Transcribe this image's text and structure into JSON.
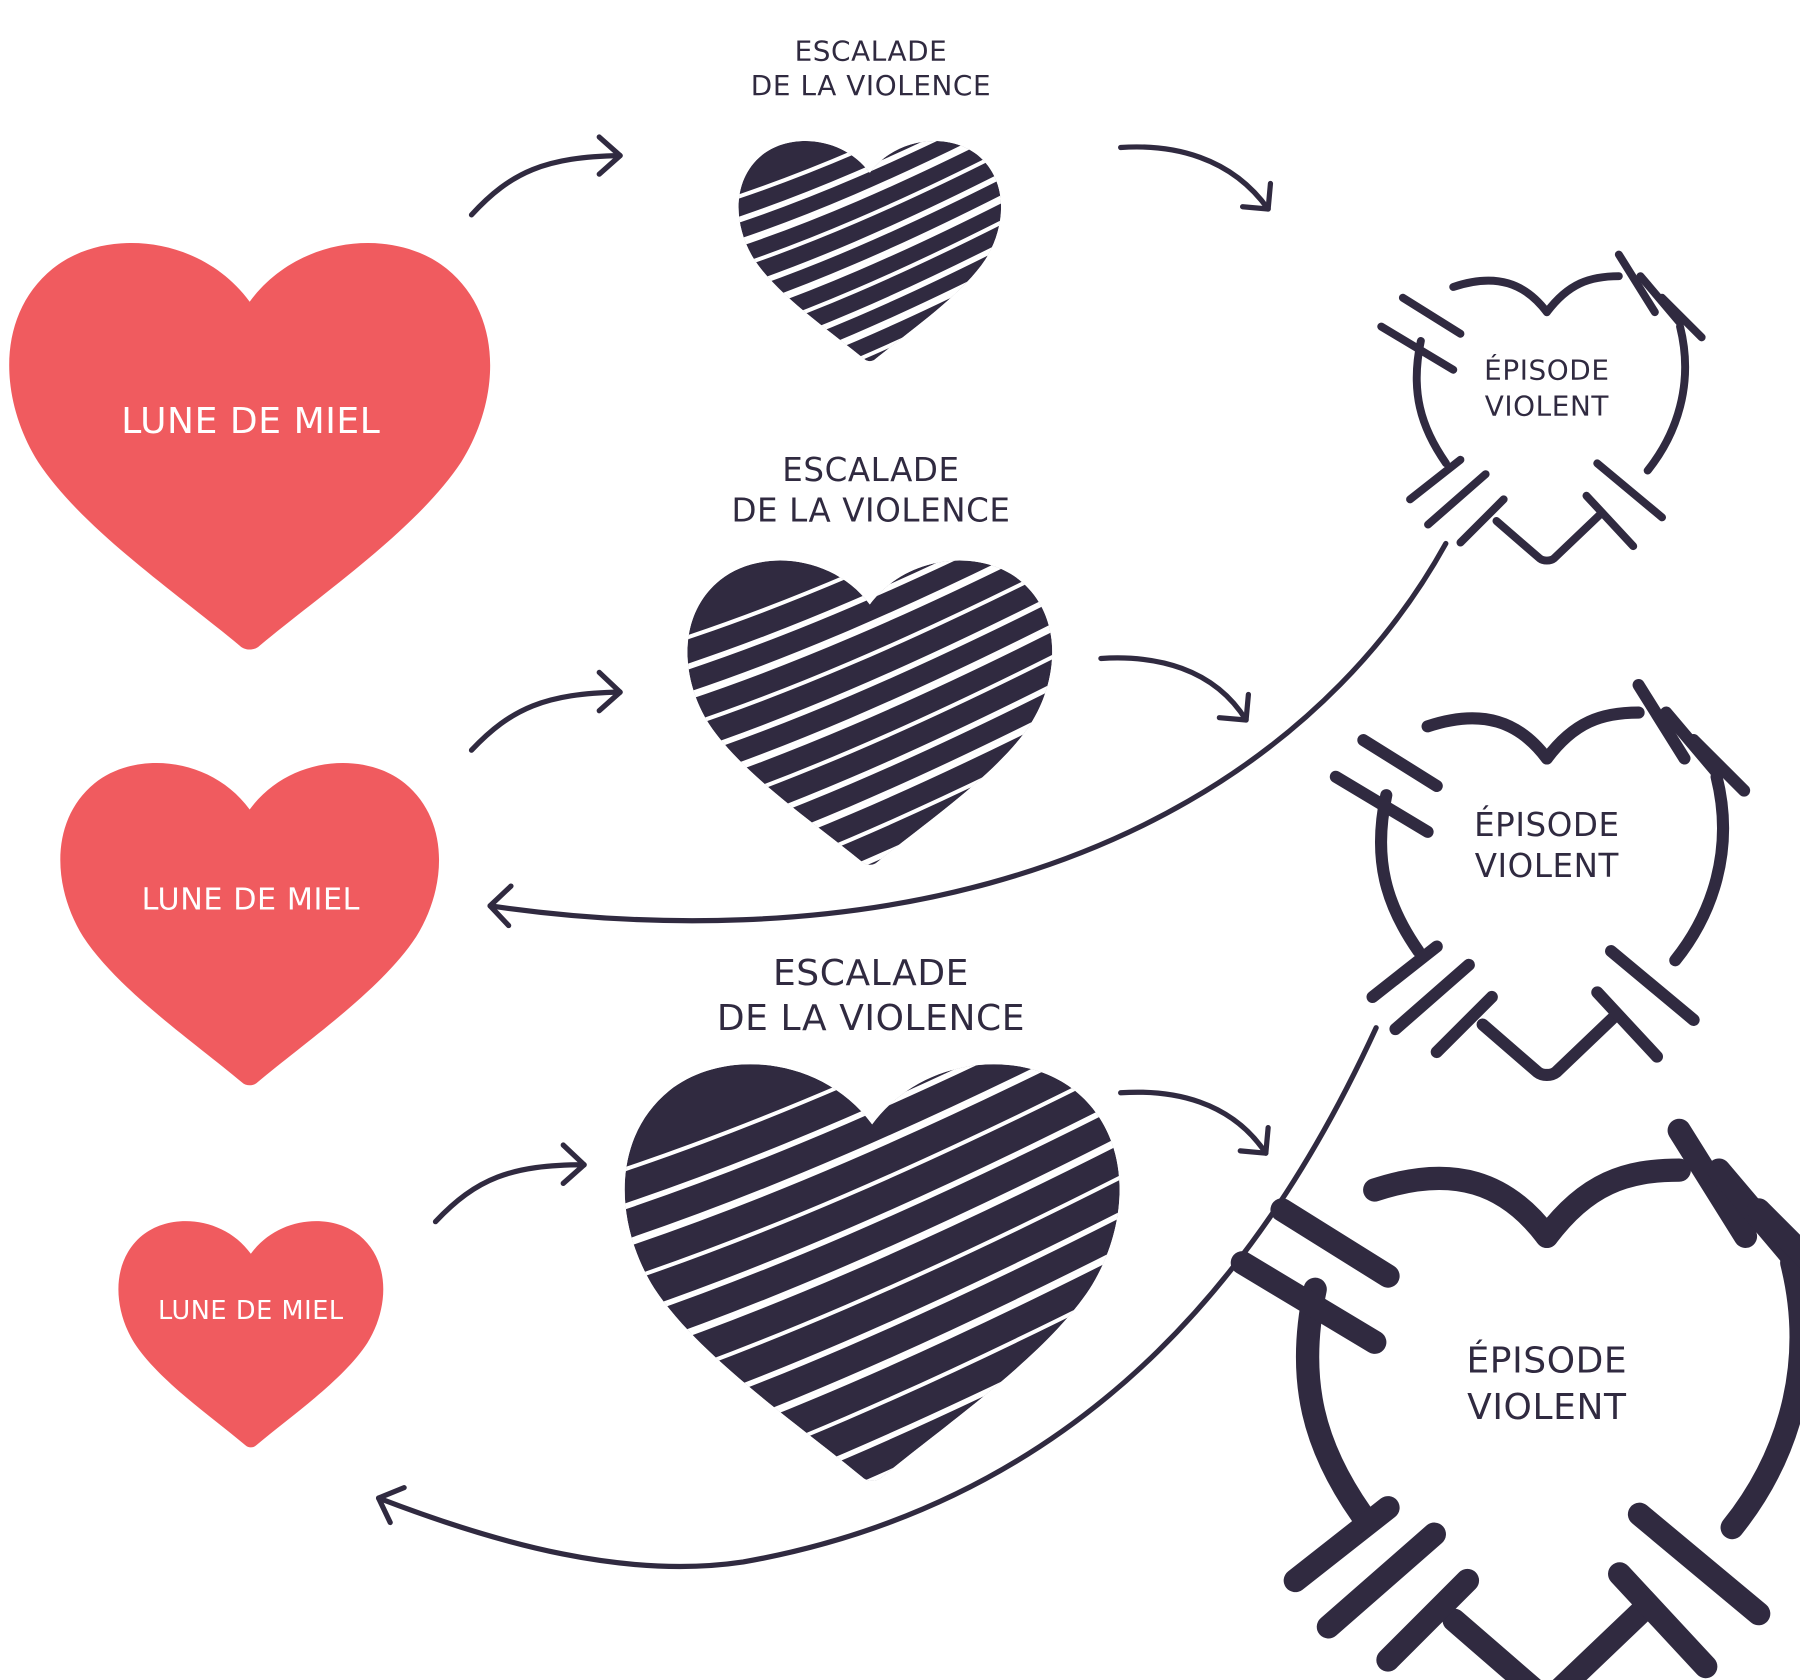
{
  "diagram": {
    "title": "Cycle de la violence",
    "colors": {
      "honeymoon": "#f05b5f",
      "dark": "#302a40",
      "background": "#ffffff"
    },
    "cycles": [
      {
        "honeymoon_label": "LUNE DE MIEL",
        "escalation_label_line1": "ESCALADE",
        "escalation_label_line2": "DE LA VIOLENCE",
        "episode_label_line1": "ÉPISODE",
        "episode_label_line2": "VIOLENT"
      },
      {
        "honeymoon_label": "LUNE DE MIEL",
        "escalation_label_line1": "ESCALADE",
        "escalation_label_line2": "DE LA VIOLENCE",
        "episode_label_line1": "ÉPISODE",
        "episode_label_line2": "VIOLENT"
      },
      {
        "honeymoon_label": "LUNE DE MIEL",
        "escalation_label_line1": "ESCALADE",
        "escalation_label_line2": "DE LA VIOLENCE",
        "episode_label_line1": "ÉPISODE",
        "episode_label_line2": "VIOLENT"
      }
    ],
    "icons": {
      "honeymoon": "heart-icon",
      "escalation": "scribbled-heart-icon",
      "episode": "broken-heart-icon",
      "arrow": "curved-arrow-icon"
    }
  }
}
